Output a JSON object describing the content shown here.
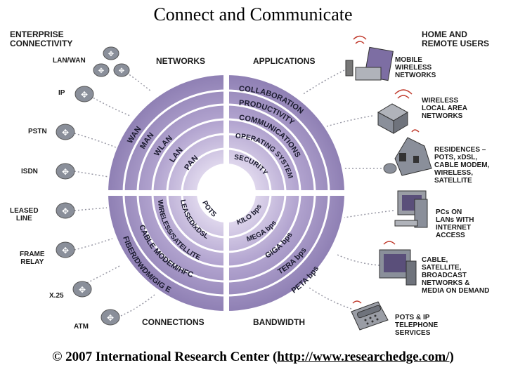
{
  "title": "Connect and Communicate",
  "headers": {
    "enterprise": "ENTERPRISE\nCONNECTIVITY",
    "home": "HOME AND\nREMOTE USERS",
    "networks": "NETWORKS",
    "applications": "APPLICATIONS",
    "connections": "CONNECTIONS",
    "bandwidth": "BANDWIDTH"
  },
  "left_labels": [
    "LAN/WAN",
    "IP",
    "PSTN",
    "ISDN",
    "LEASED\nLINE",
    "FRAME\nRELAY",
    "X.25",
    "ATM"
  ],
  "right_labels": [
    "MOBILE\nWIRELESS\nNETWORKS",
    "WIRELESS\nLOCAL AREA\nNETWORKS",
    "RESIDENCES –\nPOTS, xDSL,\nCABLE MODEM,\nWIRELESS,\nSATELLITE",
    "PCs ON\nLANs WITH\nINTERNET\nACCESS",
    "CABLE,\nSATELLITE,\nBROADCAST\nNETWORKS &\nMEDIA ON DEMAND",
    "POTS & IP\nTELEPHONE\nSERVICES"
  ],
  "rings": {
    "networks": [
      "WAN",
      "MAN",
      "WLAN",
      "LAN",
      "PAN"
    ],
    "applications": [
      "COLLABORATION",
      "PRODUCTIVITY",
      "COMMUNICATIONS",
      "OPERATING SYSTEM",
      "SECURITY"
    ],
    "connections": [
      "FIBER/DWDM/GIG E",
      "CABLE MODEM/HFC",
      "WIRELESS/SATELLITE",
      "LEASED/xDSL",
      "POTS"
    ],
    "bandwidth": [
      "PETA bps",
      "TERA bps",
      "GIGA bps",
      "MEGA bps",
      "KILO bps"
    ]
  },
  "colors": {
    "ring": "#9e8fbe",
    "ring_dark": "#7d6ea3",
    "ring_light": "#c5b8df",
    "divider": "#ffffff",
    "device": "#8a8f9a"
  },
  "footer": {
    "prefix": "© 2007 International Research Center (",
    "link": "http://www.researchedge.com/",
    "suffix": ")"
  }
}
